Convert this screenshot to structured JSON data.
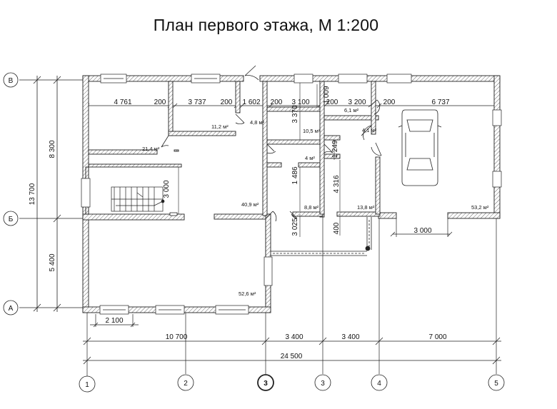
{
  "title": "План первого этажа,  М 1:200",
  "axes": {
    "letters": [
      "В",
      "Б",
      "А"
    ],
    "numbers": [
      "1",
      "2",
      "3",
      "3",
      "4",
      "5"
    ]
  },
  "dims": {
    "left": [
      "13 700",
      "8 300",
      "5 400"
    ],
    "top": [
      "4 761",
      "200",
      "3 737",
      "200",
      "1 602",
      "200",
      "3 100",
      "200",
      "3 200",
      "200",
      "6 737"
    ],
    "bottom_row1": [
      "10 700",
      "3 400",
      "3 400",
      "7 000"
    ],
    "bottom_total": "24 500",
    "window": "2 100",
    "gate": "3 000",
    "inner": [
      "3 000",
      "3 370",
      "1 009",
      "1 486",
      "1 249",
      "4 316",
      "400",
      "3 025"
    ]
  },
  "areas": [
    "11,2 м²",
    "4,8 м²",
    "10,5 м²",
    "6,1 м²",
    "4,1 м²",
    "21,4 м²",
    "4 м²",
    "40,9 м²",
    "8,8 м²",
    "13,8 м²",
    "53,2 м²",
    "52,6 м²"
  ]
}
